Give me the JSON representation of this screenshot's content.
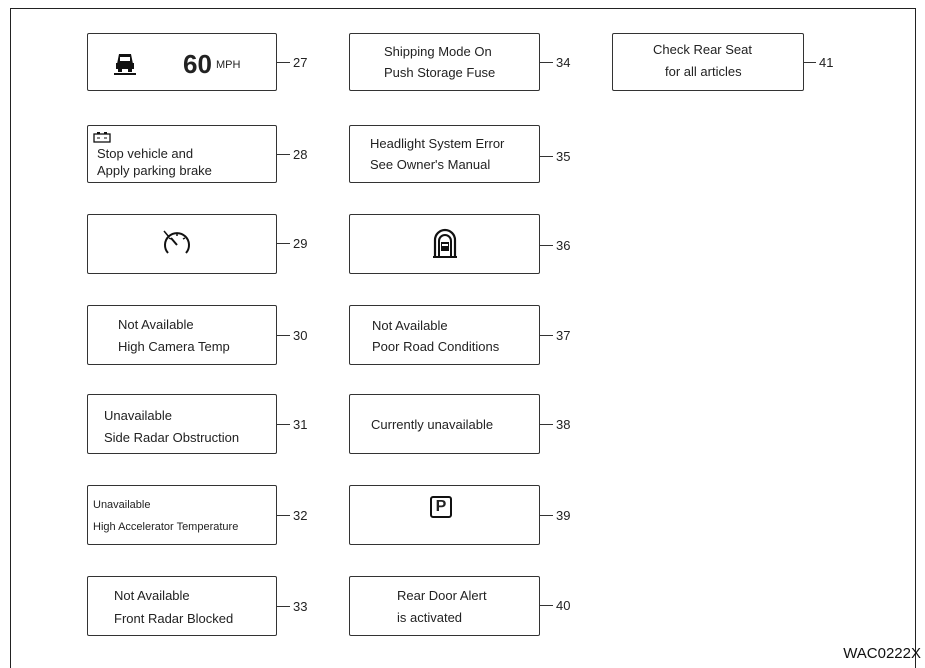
{
  "figure_code": "WAC0222X",
  "speed": {
    "value": "60",
    "unit": "MPH"
  },
  "boxes": {
    "b27": {
      "ref": "27"
    },
    "b28": {
      "ref": "28",
      "line1": "Stop vehicle and",
      "line2": "Apply parking brake"
    },
    "b29": {
      "ref": "29"
    },
    "b30": {
      "ref": "30",
      "line1": "Not Available",
      "line2": "High Camera Temp"
    },
    "b31": {
      "ref": "31",
      "line1": "Unavailable",
      "line2": "Side Radar Obstruction"
    },
    "b32": {
      "ref": "32",
      "line1": "Unavailable",
      "line2": "High Accelerator Temperature"
    },
    "b33": {
      "ref": "33",
      "line1": "Not Available",
      "line2": "Front Radar Blocked"
    },
    "b34": {
      "ref": "34",
      "line1": "Shipping Mode On",
      "line2": "Push Storage Fuse"
    },
    "b35": {
      "ref": "35",
      "line1": "Headlight System Error",
      "line2": "See Owner's Manual"
    },
    "b36": {
      "ref": "36"
    },
    "b37": {
      "ref": "37",
      "line1": "Not Available",
      "line2": "Poor Road Conditions"
    },
    "b38": {
      "ref": "38",
      "line1": "Currently unavailable"
    },
    "b39": {
      "ref": "39",
      "icon_text": "P"
    },
    "b40": {
      "ref": "40",
      "line1": "Rear Door Alert",
      "line2": "is activated"
    },
    "b41": {
      "ref": "41",
      "line1": "Check Rear Seat",
      "line2": "for all articles"
    }
  }
}
